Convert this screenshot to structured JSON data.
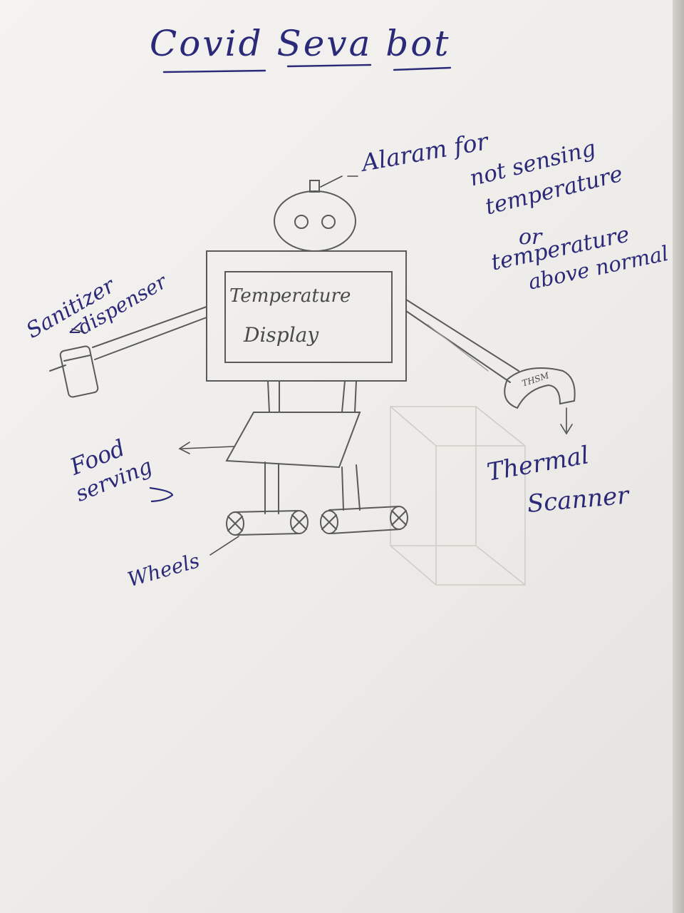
{
  "title": "Covid Seva bot",
  "labels": {
    "alarm": "Alaram for",
    "alarm_note_1": "not sensing",
    "alarm_note_2": "temperature",
    "alarm_note_3": "or",
    "alarm_note_4": "temperature",
    "alarm_note_5": "above normal",
    "display_1": "Temperature",
    "display_2": "Display",
    "sanitizer_1": "Sanitizer",
    "sanitizer_2": "dispenser",
    "food_1": "Food",
    "food_2": "serving",
    "thermal_1": "Thermal",
    "thermal_2": "Scanner",
    "wheels": "Wheels",
    "scanner_text": "THSM"
  },
  "colors": {
    "ink": "#2b2a78",
    "pencil": "#4a4a4a",
    "paper": "#f2f1ee"
  }
}
